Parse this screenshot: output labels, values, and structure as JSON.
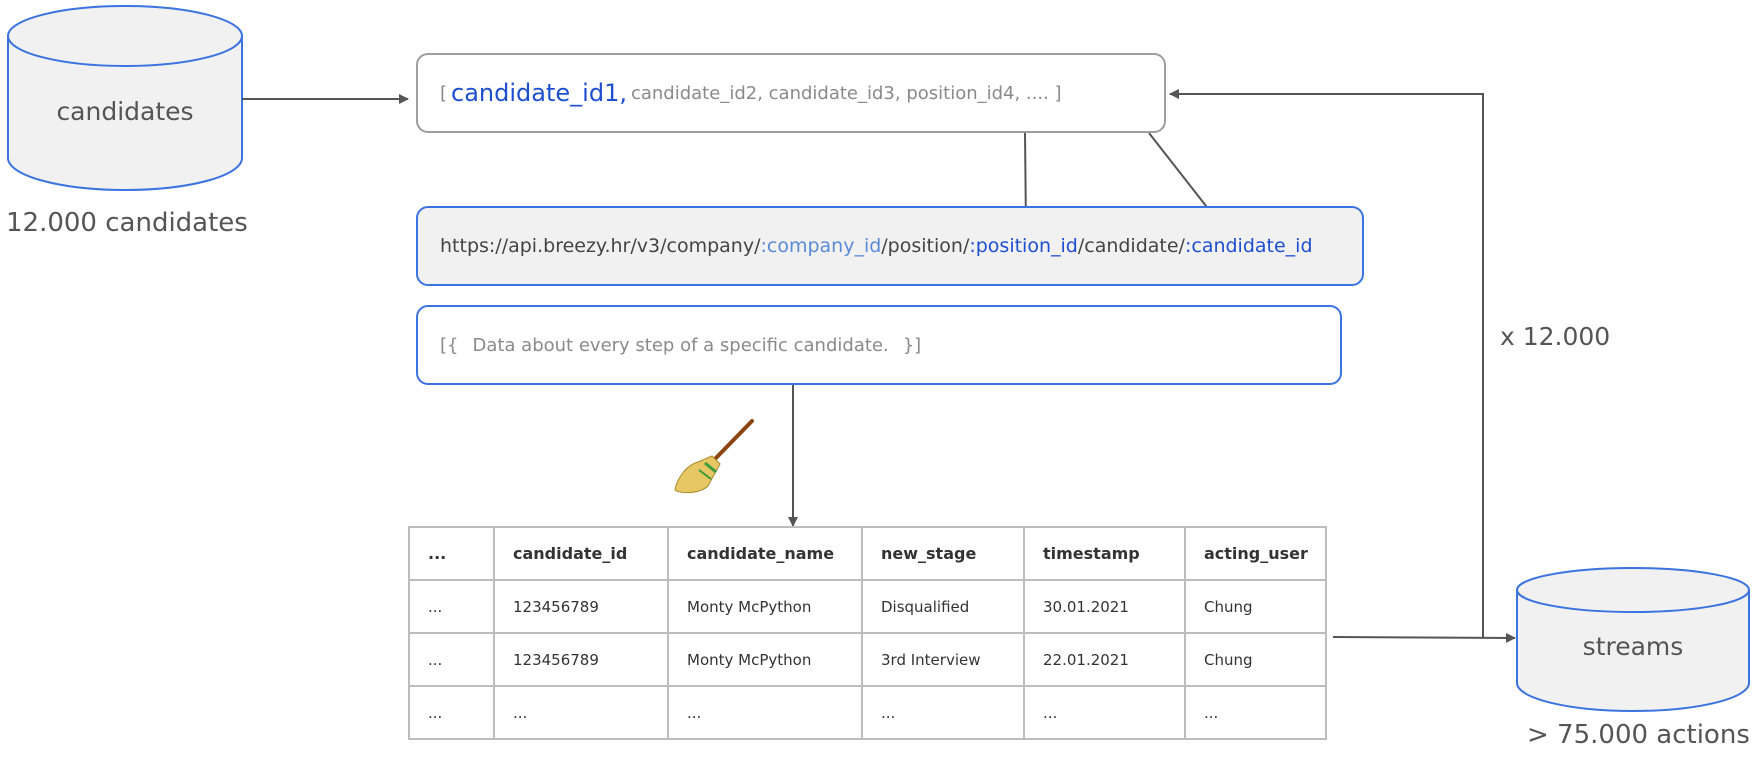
{
  "candidates_db": {
    "label": "candidates",
    "caption": "12.000 candidates"
  },
  "streams_db": {
    "label": "streams",
    "caption": "> 75.000 actions"
  },
  "id_list": {
    "open": "[",
    "first": "candidate_id1,",
    "rest": "candidate_id2, candidate_id3, position_id4, .... ]"
  },
  "endpoint": {
    "prefix": "https://api.breezy.hr/v3/company/",
    "company_param": ":company_id",
    "mid1": "/position/",
    "position_param": ":position_id",
    "mid2": "/candidate/",
    "candidate_param": ":candidate_id"
  },
  "response": {
    "open": "[{",
    "text": "Data about every step of a specific candidate.",
    "close": "}]"
  },
  "loop_label": "x 12.000",
  "cleaning_icon": "broom-icon",
  "table": {
    "headers": [
      "...",
      "candidate_id",
      "candidate_name",
      "new_stage",
      "timestamp",
      "acting_user"
    ],
    "rows": [
      [
        "...",
        "123456789",
        "Monty McPython",
        "Disqualified",
        "30.01.2021",
        "Chung"
      ],
      [
        "...",
        "123456789",
        "Monty McPython",
        "3rd Interview",
        "22.01.2021",
        "Chung"
      ],
      [
        "...",
        "...",
        "...",
        "...",
        "...",
        "..."
      ]
    ]
  },
  "colors": {
    "accent_blue": "#3b73e0",
    "text_blue": "#1f4fd1",
    "fill_gray": "#f1f1f1",
    "line": "#555555"
  }
}
